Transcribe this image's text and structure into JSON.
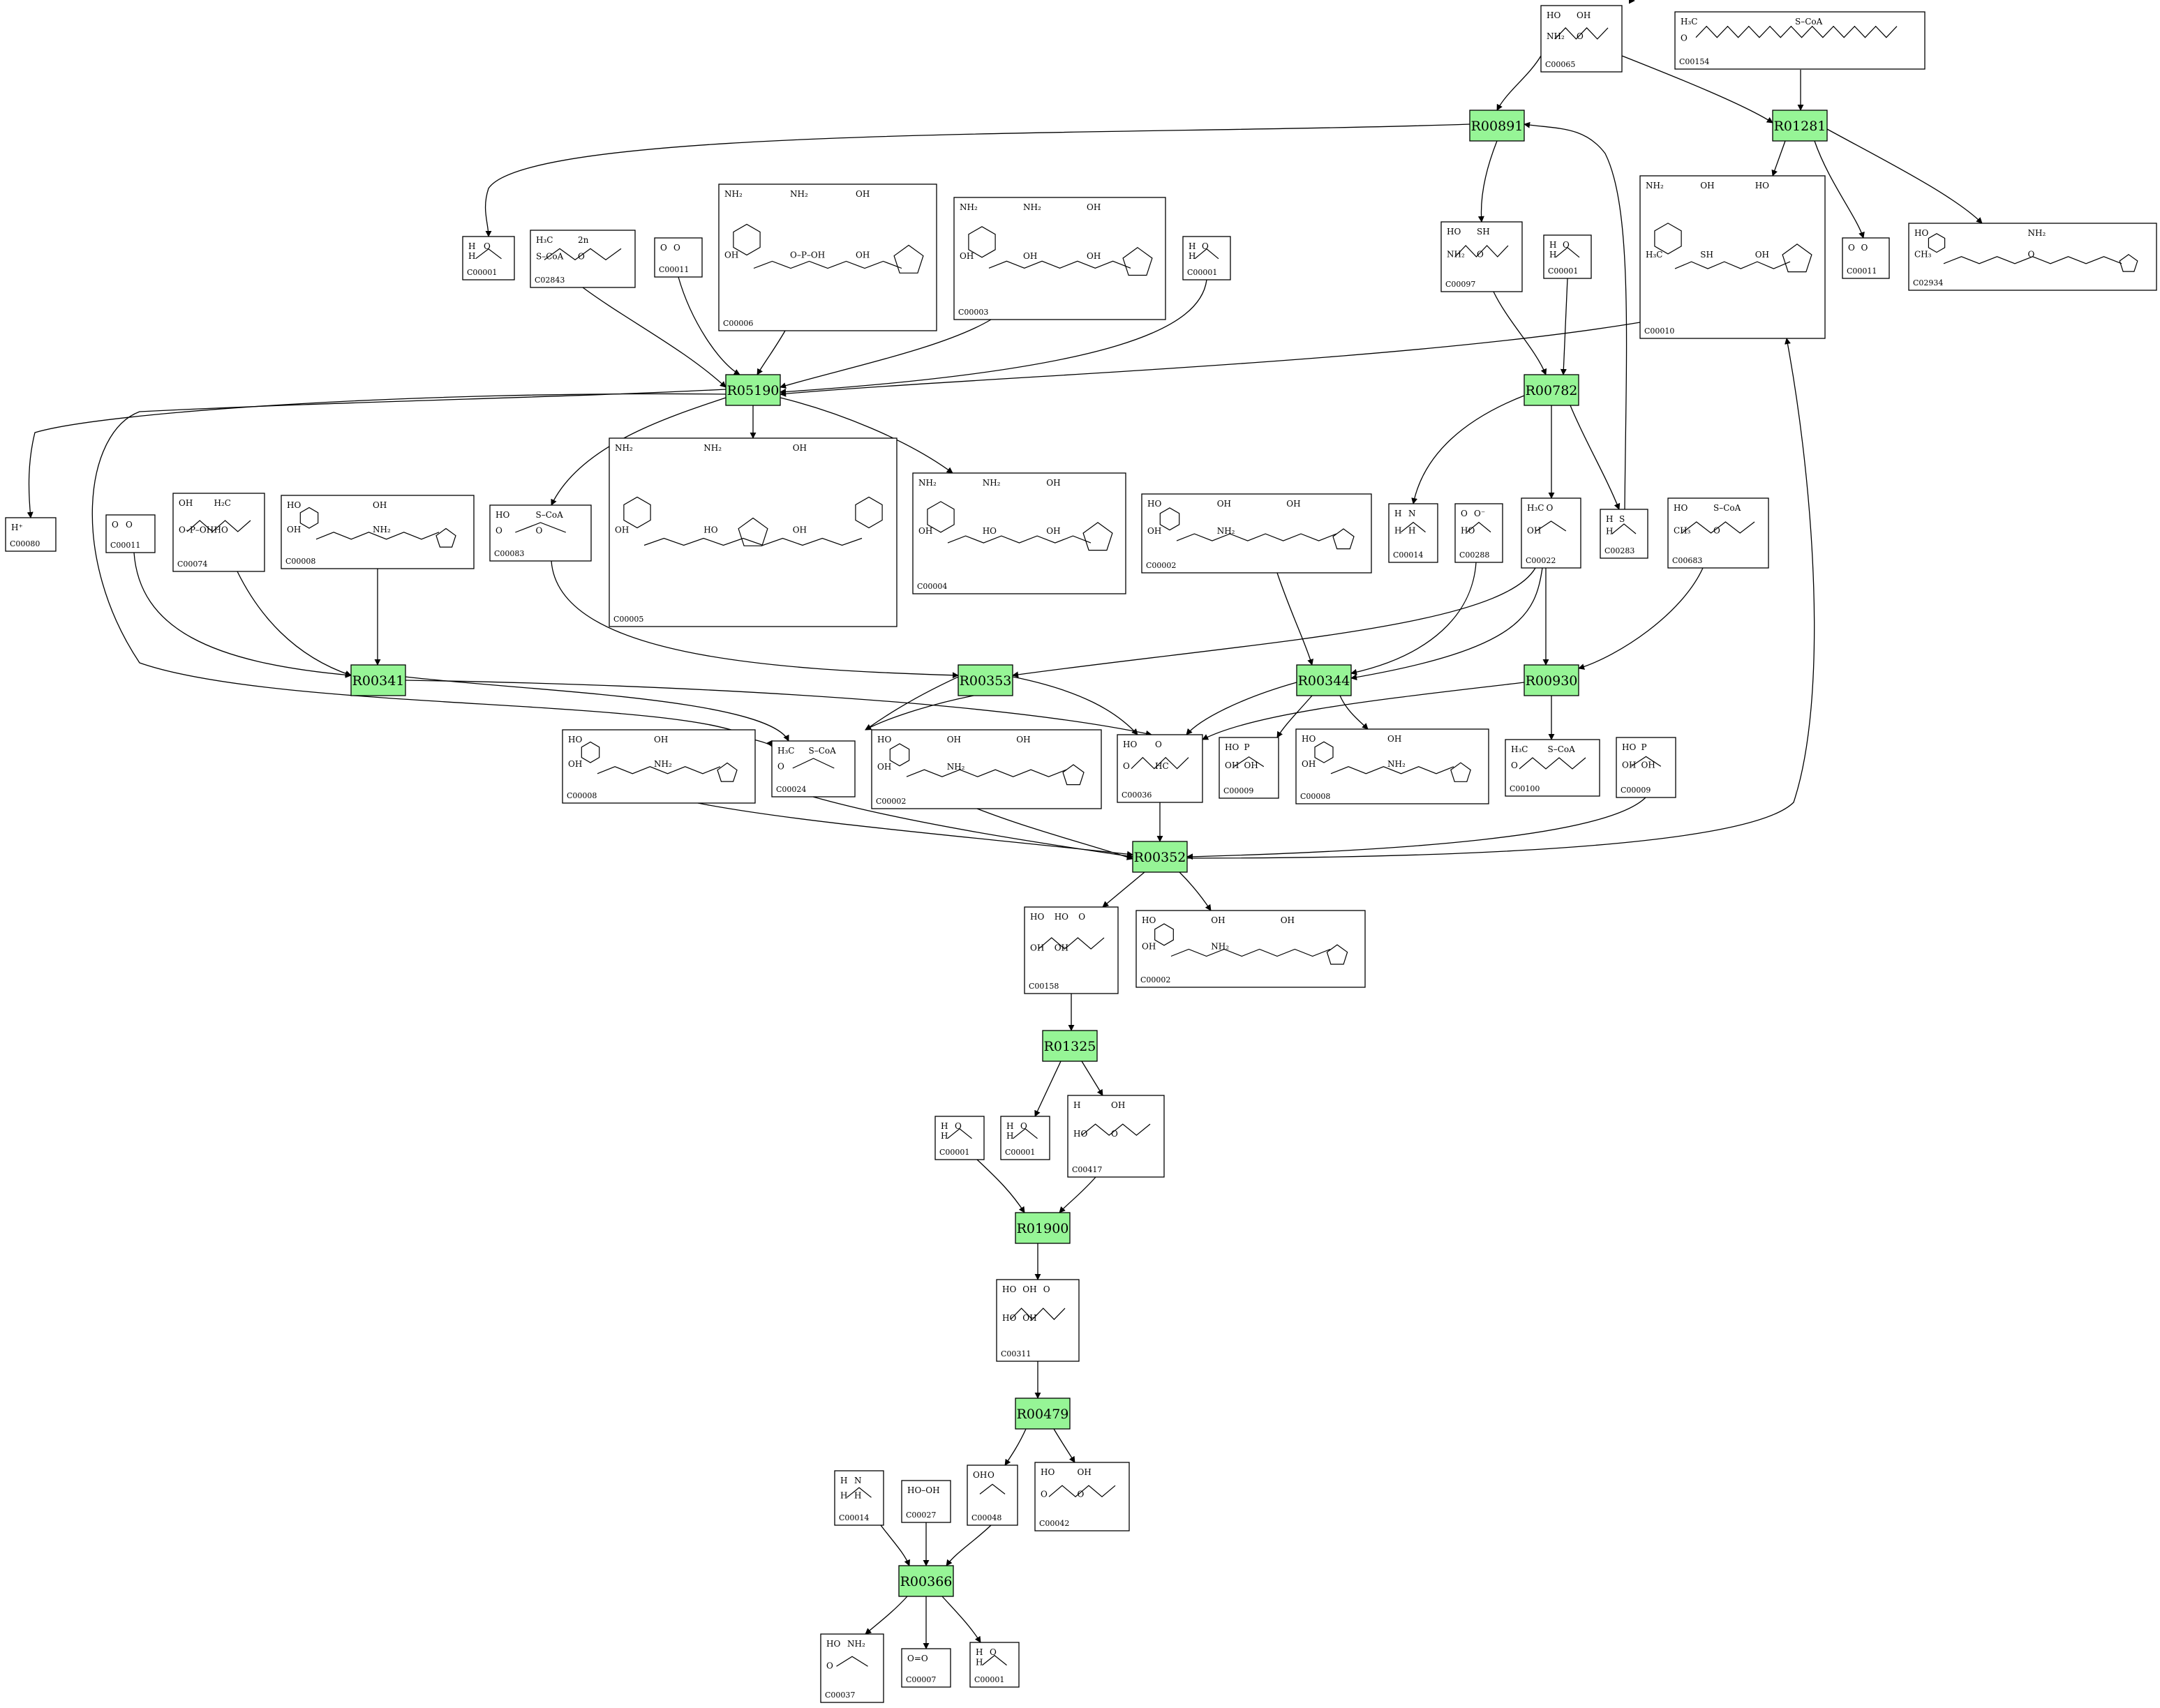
{
  "colors": {
    "reaction_fill": "#96f596",
    "reaction_border": "#000000",
    "compound_border": "#000000",
    "edge": "#000000",
    "background": "#ffffff"
  },
  "reactions": [
    {
      "id": "R00891",
      "label": "R00891"
    },
    {
      "id": "R01281",
      "label": "R01281"
    },
    {
      "id": "R05190",
      "label": "R05190"
    },
    {
      "id": "R00782",
      "label": "R00782"
    },
    {
      "id": "R00341",
      "label": "R00341"
    },
    {
      "id": "R00353",
      "label": "R00353"
    },
    {
      "id": "R00344",
      "label": "R00344"
    },
    {
      "id": "R00930",
      "label": "R00930"
    },
    {
      "id": "R00352",
      "label": "R00352"
    },
    {
      "id": "R01325",
      "label": "R01325"
    },
    {
      "id": "R01900",
      "label": "R01900"
    },
    {
      "id": "R00479",
      "label": "R00479"
    },
    {
      "id": "R00366",
      "label": "R00366"
    }
  ],
  "compounds": [
    {
      "key": "c65",
      "id": "C00065",
      "atoms": [
        "HO",
        "OH",
        "NH₂",
        "O"
      ]
    },
    {
      "key": "c154",
      "id": "C00154",
      "atoms": [
        "H₃C",
        "S–CoA",
        "O"
      ]
    },
    {
      "key": "c1a",
      "id": "C00001",
      "atoms": [
        "H",
        "O",
        "H"
      ]
    },
    {
      "key": "c2843",
      "id": "C02843",
      "atoms": [
        "H₃C",
        "2n",
        "S–CoA",
        "O"
      ]
    },
    {
      "key": "c11a",
      "id": "C00011",
      "atoms": [
        "O",
        "O"
      ]
    },
    {
      "key": "c6",
      "id": "C00006",
      "atoms": [
        "NH₂",
        "NH₂",
        "OH",
        "OH",
        "O–P–OH",
        "OH"
      ]
    },
    {
      "key": "c3a",
      "id": "C00003",
      "atoms": [
        "NH₂",
        "NH₂",
        "OH",
        "OH",
        "OH",
        "OH"
      ]
    },
    {
      "key": "c1b",
      "id": "C00001",
      "atoms": [
        "H",
        "O",
        "H"
      ]
    },
    {
      "key": "c97",
      "id": "C00097",
      "atoms": [
        "HO",
        "SH",
        "NH₂",
        "O"
      ]
    },
    {
      "key": "c1c",
      "id": "C00001",
      "atoms": [
        "H",
        "O",
        "H"
      ]
    },
    {
      "key": "c10",
      "id": "C00010",
      "atoms": [
        "NH₂",
        "OH",
        "HO",
        "H₃C",
        "SH",
        "OH"
      ]
    },
    {
      "key": "c11b",
      "id": "C00011",
      "atoms": [
        "O",
        "O"
      ]
    },
    {
      "key": "c2934",
      "id": "C02934",
      "atoms": [
        "HO",
        "NH₂",
        "CH₃",
        "O"
      ]
    },
    {
      "key": "c80",
      "id": "C00080",
      "atoms": [
        "H⁺"
      ]
    },
    {
      "key": "c11c",
      "id": "C00011",
      "atoms": [
        "O",
        "O"
      ]
    },
    {
      "key": "c74",
      "id": "C00074",
      "atoms": [
        "OH",
        "H₂C",
        "O–P–OH",
        "HO"
      ]
    },
    {
      "key": "c8a",
      "id": "C00008",
      "atoms": [
        "HO",
        "OH",
        "OH",
        "NH₂"
      ]
    },
    {
      "key": "c83",
      "id": "C00083",
      "atoms": [
        "HO",
        "S–CoA",
        "O",
        "O"
      ]
    },
    {
      "key": "c5",
      "id": "C00005",
      "atoms": [
        "NH₂",
        "NH₂",
        "OH",
        "OH",
        "HO",
        "OH"
      ]
    },
    {
      "key": "c4",
      "id": "C00004",
      "atoms": [
        "NH₂",
        "NH₂",
        "OH",
        "OH",
        "HO",
        "OH"
      ]
    },
    {
      "key": "c2a",
      "id": "C00002",
      "atoms": [
        "HO",
        "OH",
        "OH",
        "OH",
        "NH₂"
      ]
    },
    {
      "key": "c14a",
      "id": "C00014",
      "atoms": [
        "H",
        "N",
        "H",
        "H"
      ]
    },
    {
      "key": "c288",
      "id": "C00288",
      "atoms": [
        "O",
        "O⁻",
        "HO"
      ]
    },
    {
      "key": "c22",
      "id": "C00022",
      "atoms": [
        "H₃C",
        "O",
        "OH"
      ]
    },
    {
      "key": "c283",
      "id": "C00283",
      "atoms": [
        "H",
        "S",
        "H"
      ]
    },
    {
      "key": "c683",
      "id": "C00683",
      "atoms": [
        "HO",
        "S–CoA",
        "CH₃",
        "O"
      ]
    },
    {
      "key": "c8b",
      "id": "C00008",
      "atoms": [
        "HO",
        "OH",
        "OH",
        "NH₂"
      ]
    },
    {
      "key": "c24",
      "id": "C00024",
      "atoms": [
        "H₃C",
        "S–CoA",
        "O"
      ]
    },
    {
      "key": "c2b",
      "id": "C00002",
      "atoms": [
        "HO",
        "OH",
        "OH",
        "OH",
        "NH₂"
      ]
    },
    {
      "key": "c36",
      "id": "C00036",
      "atoms": [
        "HO",
        "O",
        "O",
        "HC"
      ]
    },
    {
      "key": "c9a",
      "id": "C00009",
      "atoms": [
        "HO",
        "P",
        "OH",
        "OH"
      ]
    },
    {
      "key": "c8c",
      "id": "C00008",
      "atoms": [
        "HO",
        "OH",
        "OH",
        "NH₂"
      ]
    },
    {
      "key": "c100",
      "id": "C00100",
      "atoms": [
        "H₃C",
        "S–CoA",
        "O"
      ]
    },
    {
      "key": "c9b",
      "id": "C00009",
      "atoms": [
        "HO",
        "P",
        "OH",
        "OH"
      ]
    },
    {
      "key": "c158",
      "id": "C00158",
      "atoms": [
        "HO",
        "HO",
        "O",
        "OH",
        "OH"
      ]
    },
    {
      "key": "c2c",
      "id": "C00002",
      "atoms": [
        "HO",
        "OH",
        "OH",
        "OH",
        "NH₂"
      ]
    },
    {
      "key": "c1d",
      "id": "C00001",
      "atoms": [
        "H",
        "O",
        "H"
      ]
    },
    {
      "key": "c1e",
      "id": "C00001",
      "atoms": [
        "H",
        "O",
        "H"
      ]
    },
    {
      "key": "c417",
      "id": "C00417",
      "atoms": [
        "H",
        "OH",
        "HO",
        "O"
      ]
    },
    {
      "key": "c311",
      "id": "C00311",
      "atoms": [
        "HO",
        "OH",
        "O",
        "HO",
        "OH"
      ]
    },
    {
      "key": "c14b",
      "id": "C00014",
      "atoms": [
        "H",
        "N",
        "H",
        "H"
      ]
    },
    {
      "key": "c27",
      "id": "C00027",
      "atoms": [
        "HO–OH"
      ]
    },
    {
      "key": "c48",
      "id": "C00048",
      "atoms": [
        "OH",
        "O"
      ]
    },
    {
      "key": "c42",
      "id": "C00042",
      "atoms": [
        "HO",
        "OH",
        "O",
        "O"
      ]
    },
    {
      "key": "c37",
      "id": "C00037",
      "atoms": [
        "HO",
        "NH₂",
        "O"
      ]
    },
    {
      "key": "c7",
      "id": "C00007",
      "atoms": [
        "O=O"
      ]
    },
    {
      "key": "c1f",
      "id": "C00001",
      "atoms": [
        "H",
        "O",
        "H"
      ]
    }
  ]
}
